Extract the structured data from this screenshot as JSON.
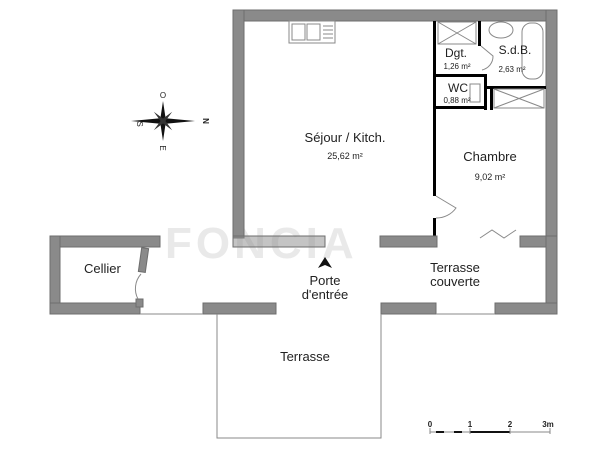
{
  "plan": {
    "rooms": {
      "sejour": {
        "name": "Séjour / Kitch.",
        "area": "25,62 m²"
      },
      "chambre": {
        "name": "Chambre",
        "area": "9,02 m²"
      },
      "dgt": {
        "name": "Dgt.",
        "area": "1,26 m²"
      },
      "sdb": {
        "name": "S.d.B.",
        "area": "2,63 m²"
      },
      "wc": {
        "name": "WC",
        "area": "0,88 m²"
      },
      "cellier": {
        "name": "Cellier"
      },
      "terrasse_couverte": {
        "name1": "Terrasse",
        "name2": "couverte"
      },
      "terrasse": {
        "name": "Terrasse"
      }
    },
    "entrance": {
      "line1": "Porte",
      "line2": "d'entrée",
      "icon": "entrance-arrow-icon"
    },
    "compass": {
      "top": "O",
      "left": "S",
      "right": "N",
      "bottom": "E"
    },
    "scale": {
      "ticks": [
        "0",
        "1",
        "2",
        "3m"
      ]
    },
    "watermark": "FONCIA",
    "colors": {
      "wall": "#8a8a8a",
      "partition": "#000000",
      "watermark": "#e4e4e4"
    }
  }
}
